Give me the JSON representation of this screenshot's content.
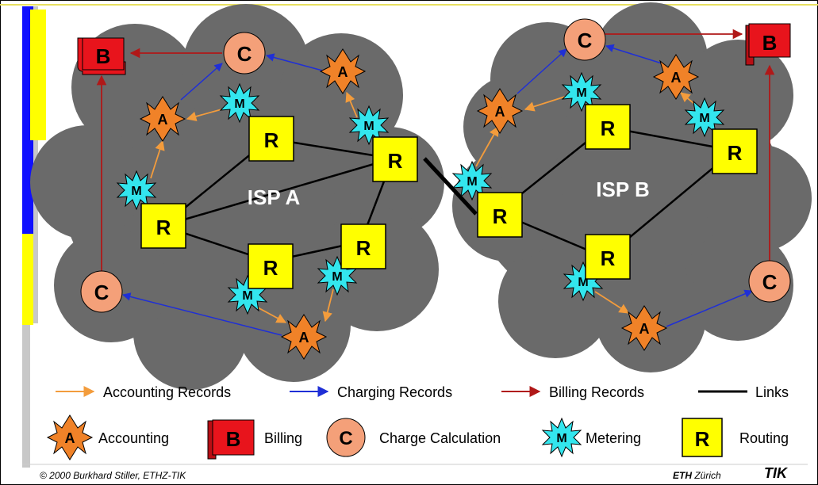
{
  "clouds": [
    {
      "id": "isp-a",
      "label": "ISP A"
    },
    {
      "id": "isp-b",
      "label": "ISP B"
    }
  ],
  "node_letters": {
    "billing": "B",
    "charge": "C",
    "accounting": "A",
    "metering": "M",
    "routing": "R"
  },
  "legend": {
    "flows": [
      {
        "label": "Accounting Records",
        "color": "#f39c3c"
      },
      {
        "label": "Charging Records",
        "color": "#1f2fd6"
      },
      {
        "label": "Billing Records",
        "color": "#b01818"
      },
      {
        "label": "Links",
        "color": "#000000"
      }
    ],
    "nodes": [
      {
        "type": "accounting",
        "label": "Accounting"
      },
      {
        "type": "billing",
        "label": "Billing"
      },
      {
        "type": "charge",
        "label": "Charge Calculation"
      },
      {
        "type": "metering",
        "label": "Metering"
      },
      {
        "type": "routing",
        "label": "Routing"
      }
    ]
  },
  "footer": {
    "copyright": "© 2000 Burkhard Stiller, ETHZ-TIK",
    "eth_bold": "ETH",
    "eth_rest": " Zürich",
    "logo_text": "TIK"
  },
  "colors": {
    "cloud": "#6a6a6a",
    "routing": "#ffff00",
    "billing": "#e8141c",
    "charge": "#f4a079",
    "accounting": "#f08228",
    "metering": "#33e6ee",
    "accent_blue": "#0000ff",
    "accent_yellow": "#ffff00"
  }
}
